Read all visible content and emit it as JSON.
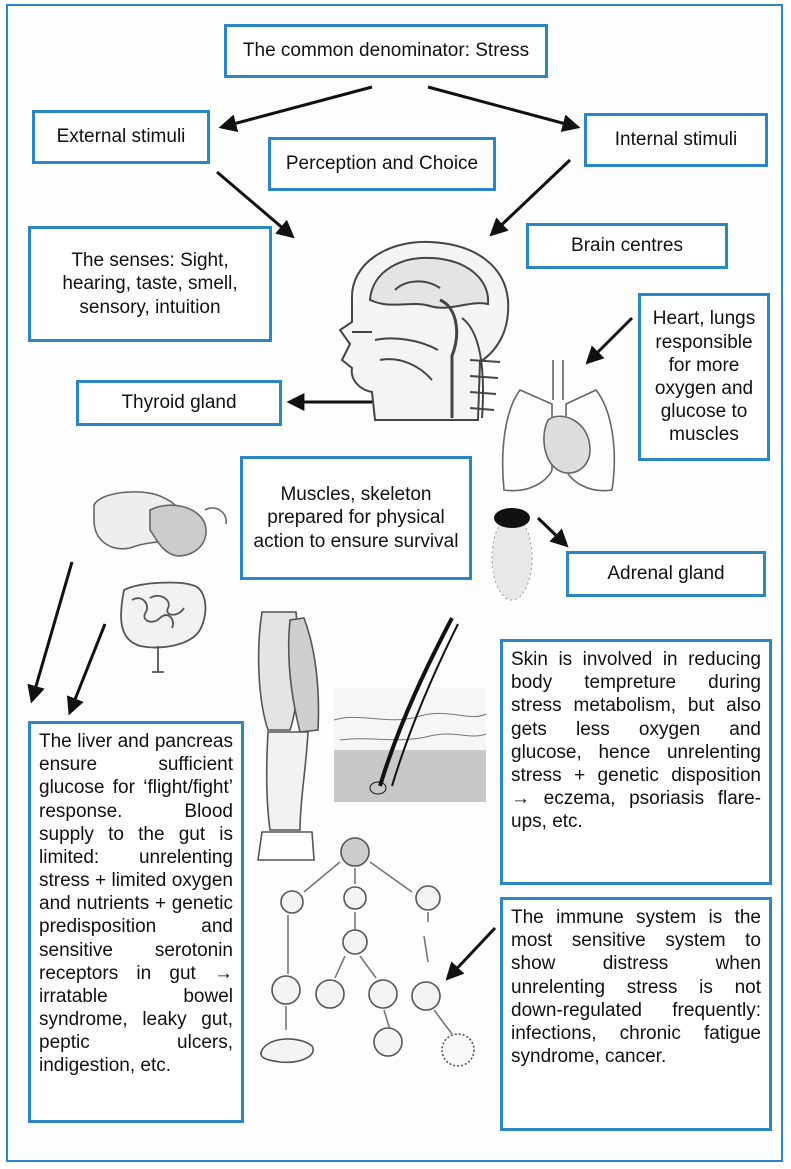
{
  "title": "The common denominator: Stress",
  "boxes": {
    "external": "External stimuli",
    "internal": "Internal stimuli",
    "perception": "Perception and Choice",
    "senses": "The senses: Sight, hearing, taste, smell, sensory, intuition",
    "brain": "Brain centres",
    "thyroid": "Thyroid gland",
    "heart": "Heart, lungs responsible for more oxygen and glucose to muscles",
    "muscles": "Muscles, skeleton prepared for physical action to ensure survival",
    "adrenal": "Adrenal gland",
    "liver": "The liver and pancreas ensure sufficient glucose for ‘flight/fight’ response. Blood supply to the gut is limited: unrelenting stress + limited oxygen and nutrients + genetic predisposition and sensitive serotonin receptors in gut → irratable bowel syndrome, leaky gut, peptic ulcers, indigestion, etc.",
    "skin": "Skin is involved in reducing body tempreture during stress metabolism, but also gets less oxygen and glucose, hence unrelenting stress + genetic disposition → eczema, psoriasis flare-ups, etc.",
    "immune": "The immune system is the most sensitive system to show distress when unrelenting stress is not down-regulated frequently: infections, chronic fatigue syndrome, cancer."
  },
  "colors": {
    "border": "#2b86c6",
    "arrow": "#111111"
  }
}
